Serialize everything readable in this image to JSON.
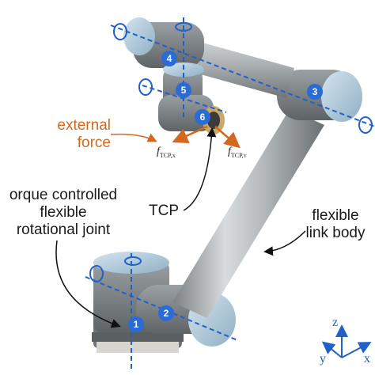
{
  "labels": {
    "external_force_line1": "external",
    "external_force_line2": "force",
    "tcp": "TCP",
    "flexible_joint_line1": "orque controlled",
    "flexible_joint_line2": "flexible",
    "flexible_joint_line3": "rotational joint",
    "flexible_link_line1": "flexible",
    "flexible_link_line2": "link body"
  },
  "forces": {
    "fx_symbol": "f",
    "fx_sub": "TCP,x",
    "fy_symbol": "f",
    "fy_sub": "TCP,y"
  },
  "joints": [
    "1",
    "2",
    "3",
    "4",
    "5",
    "6"
  ],
  "axes": {
    "z": "z",
    "y": "y",
    "x": "x"
  },
  "colors": {
    "axis_line": "#2060c8",
    "joint_badge": "#2a6bd6",
    "force_arrow": "#d2691e",
    "arm_gray": "#8e9497",
    "cap_blue": "#a9c6d6"
  }
}
